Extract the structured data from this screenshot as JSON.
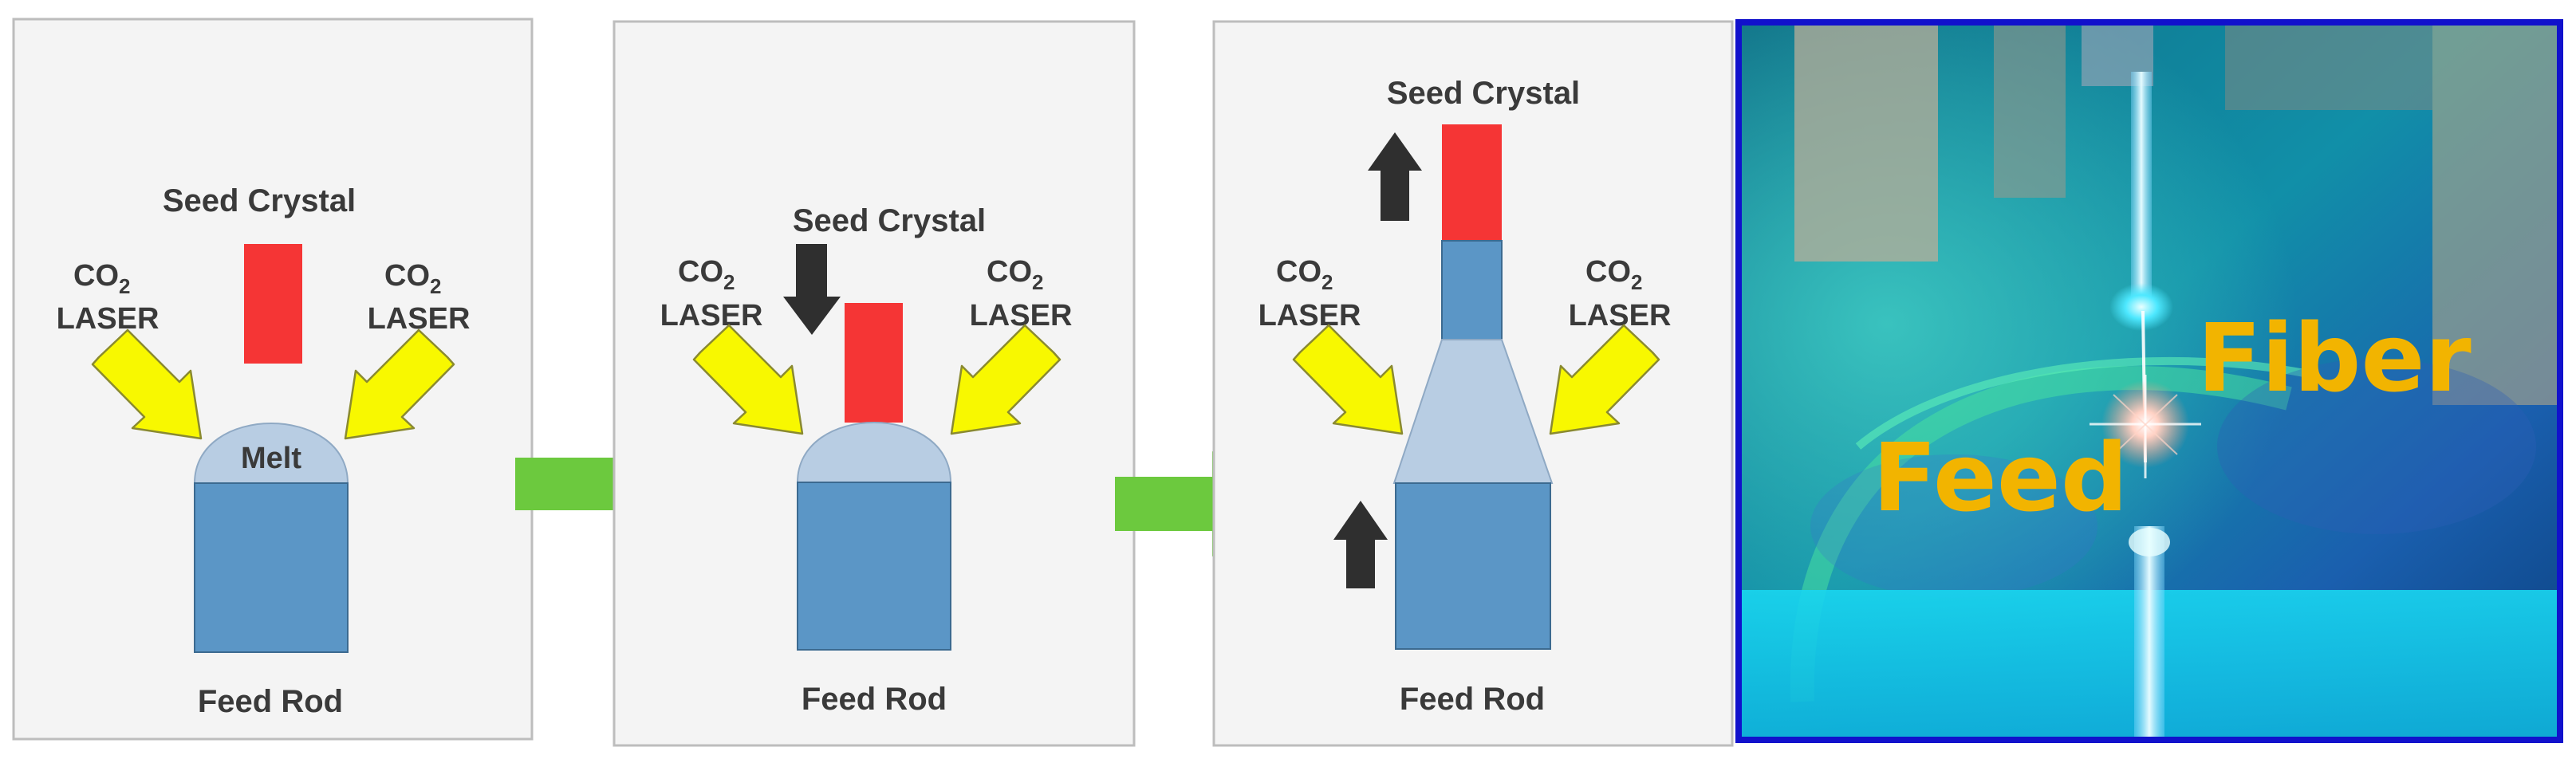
{
  "panels": [
    {
      "seed_label": "Seed Crystal",
      "laser_left": {
        "co": "CO",
        "sub": "2",
        "word": "LASER"
      },
      "laser_right": {
        "co": "CO",
        "sub": "2",
        "word": "LASER"
      },
      "melt_label": "Melt",
      "feed_label": "Feed Rod"
    },
    {
      "seed_label": "Seed Crystal",
      "laser_left": {
        "co": "CO",
        "sub": "2",
        "word": "LASER"
      },
      "laser_right": {
        "co": "CO",
        "sub": "2",
        "word": "LASER"
      },
      "feed_label": "Feed Rod"
    },
    {
      "seed_label": "Seed Crystal",
      "laser_left": {
        "co": "CO",
        "sub": "2",
        "word": "LASER"
      },
      "laser_right": {
        "co": "CO",
        "sub": "2",
        "word": "LASER"
      },
      "feed_label": "Feed Rod"
    }
  ],
  "photo": {
    "label_fiber": "Fiber",
    "label_feed": "Feed"
  },
  "colors": {
    "feed_rod": "#5b96c6",
    "melt": "#b8cde3",
    "seed_crystal": "#f53535",
    "laser_arrow": "#f8f800",
    "step_arrow": "#6cc93e",
    "motion_arrow": "#2f2f2f",
    "photo_border": "#1111cc",
    "photo_text": "#f2b400"
  },
  "icons": {
    "laser": "yellow-diagonal-arrow",
    "motion": "dark-vertical-arrow",
    "step": "green-right-arrow"
  }
}
